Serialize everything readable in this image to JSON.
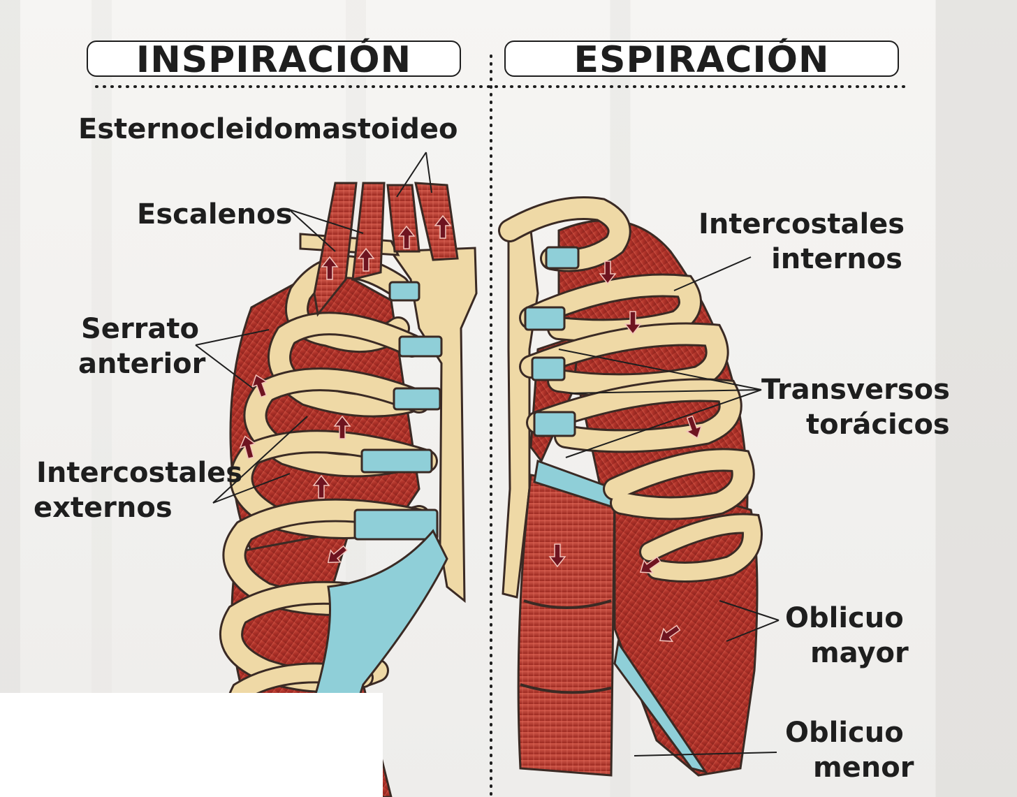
{
  "headers": {
    "inspiration": "INSPIRACIÓN",
    "expiration": "ESPIRACIÓN"
  },
  "labels": {
    "esternocleidomastoideo": "Esternocleidomastoideo",
    "escalenos": "Escalenos",
    "serrato_line1": "Serrato",
    "serrato_line2": "anterior",
    "intercostales_ext_line1": "Intercostales",
    "intercostales_ext_line2": "externos",
    "intercostales_int_line1": "Intercostales",
    "intercostales_int_line2": "internos",
    "transversos_line1": "Transversos",
    "transversos_line2": "torácicos",
    "oblicuo_mayor_line1": "Oblicuo",
    "oblicuo_mayor_line2": "mayor",
    "oblicuo_menor_line1": "Oblicuo",
    "oblicuo_menor_line2": "menor"
  },
  "colors": {
    "muscle": "#b4362c",
    "muscle_dark": "#7e1f1a",
    "bone": "#efd9a6",
    "cartilage": "#8fcfd8",
    "arrow": "#6e1420",
    "outline": "#3a2a24",
    "text": "#1e1e1e"
  }
}
